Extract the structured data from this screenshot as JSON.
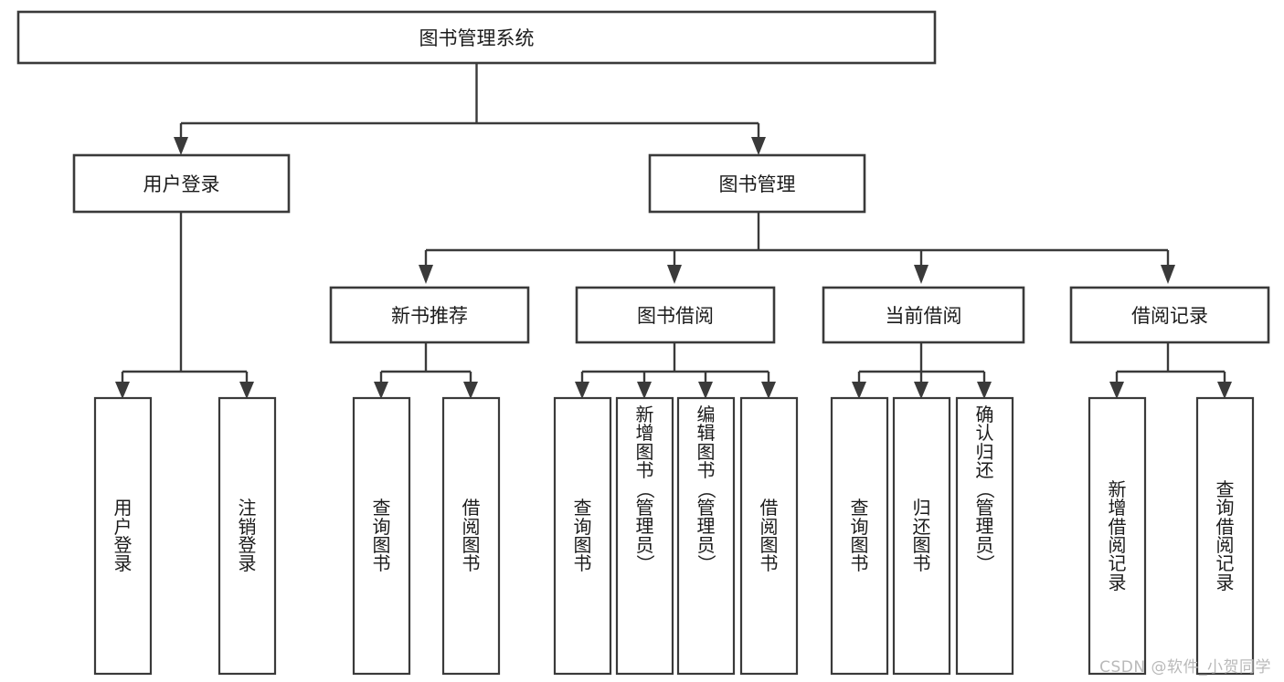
{
  "diagram": {
    "title_node": {
      "id": "root",
      "label": "图书管理系统"
    },
    "level2": [
      {
        "id": "user-login",
        "label": "用户登录"
      },
      {
        "id": "book-manage",
        "label": "图书管理"
      }
    ],
    "level3": [
      {
        "id": "new-book-rec",
        "label": "新书推荐"
      },
      {
        "id": "book-borrow",
        "label": "图书借阅"
      },
      {
        "id": "current-borrow",
        "label": "当前借阅"
      },
      {
        "id": "borrow-record",
        "label": "借阅记录"
      }
    ],
    "leaves": [
      {
        "id": "leaf-user-login",
        "label": "用户登录",
        "parent": "user-login"
      },
      {
        "id": "leaf-logout",
        "label": "注销登录",
        "parent": "user-login"
      },
      {
        "id": "leaf-query-book-1",
        "label": "查询图书",
        "parent": "new-book-rec"
      },
      {
        "id": "leaf-borrow-book-1",
        "label": "借阅图书",
        "parent": "new-book-rec"
      },
      {
        "id": "leaf-query-book-2",
        "label": "查询图书",
        "parent": "book-borrow"
      },
      {
        "id": "leaf-add-book",
        "label": "新增图书（管理员）",
        "parent": "book-borrow"
      },
      {
        "id": "leaf-edit-book",
        "label": "编辑图书（管理员）",
        "parent": "book-borrow"
      },
      {
        "id": "leaf-borrow-book-2",
        "label": "借阅图书",
        "parent": "book-borrow"
      },
      {
        "id": "leaf-query-book-3",
        "label": "查询图书",
        "parent": "current-borrow"
      },
      {
        "id": "leaf-return-book",
        "label": "归还图书",
        "parent": "current-borrow"
      },
      {
        "id": "leaf-confirm-return",
        "label": "确认归还（管理员）",
        "parent": "current-borrow"
      },
      {
        "id": "leaf-add-record",
        "label": "新增借阅记录",
        "parent": "borrow-record"
      },
      {
        "id": "leaf-query-record",
        "label": "查询借阅记录",
        "parent": "borrow-record"
      }
    ]
  },
  "watermark": {
    "text": "CSDN @软件_小贺同学"
  },
  "colors": {
    "stroke": "#3a3a3a",
    "fill": "#ffffff",
    "text": "#1b1b1b",
    "watermark": "#b9b9b9"
  }
}
